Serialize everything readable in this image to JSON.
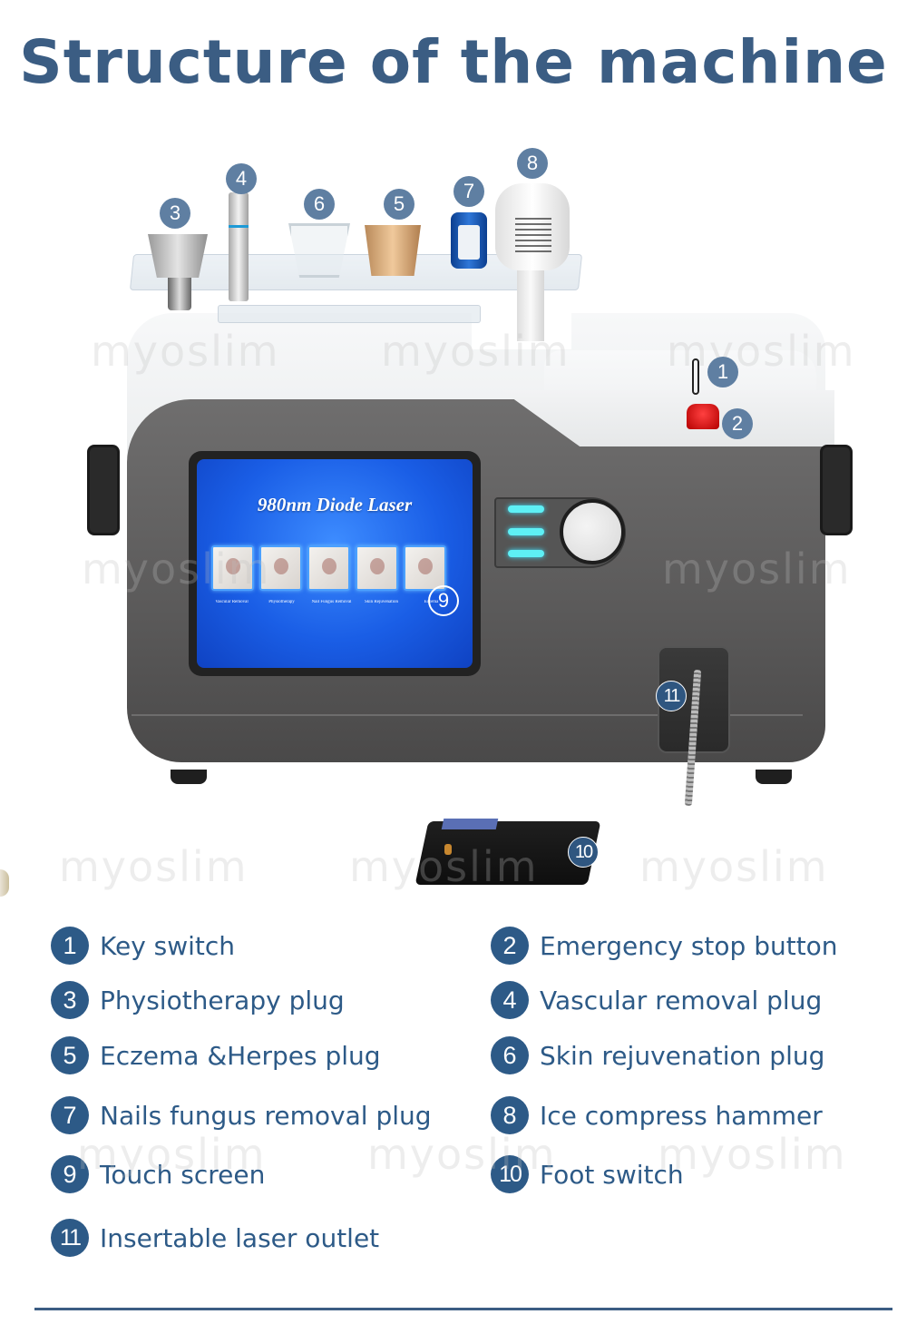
{
  "title": "Structure of the machine",
  "watermark": "myoslim",
  "colors": {
    "title": "#3b5d83",
    "legend_badge": "#2d5a87",
    "callout": "#5f7fa2",
    "screen_blue": "#1a5ee6",
    "led_cyan": "#5ef0f5",
    "estop_red": "#d01010"
  },
  "screen": {
    "title": "980nm Diode Laser",
    "thumbnails": [
      {
        "label": "Vascular Removal"
      },
      {
        "label": "Physiotherapy"
      },
      {
        "label": "Nail Fungus Removal"
      },
      {
        "label": "Skin Rejuvenation"
      },
      {
        "label": "Eczema"
      }
    ]
  },
  "callouts": [
    {
      "number": "1"
    },
    {
      "number": "2"
    },
    {
      "number": "3"
    },
    {
      "number": "4"
    },
    {
      "number": "5"
    },
    {
      "number": "6"
    },
    {
      "number": "7"
    },
    {
      "number": "8"
    },
    {
      "number": "9"
    },
    {
      "number": "10"
    },
    {
      "number": "11"
    }
  ],
  "legend": [
    {
      "number": "1",
      "label": "Key switch"
    },
    {
      "number": "2",
      "label": "Emergency stop button"
    },
    {
      "number": "3",
      "label": "Physiotherapy plug"
    },
    {
      "number": "4",
      "label": "Vascular removal plug"
    },
    {
      "number": "5",
      "label": "Eczema &Herpes plug"
    },
    {
      "number": "6",
      "label": "Skin rejuvenation plug"
    },
    {
      "number": "7",
      "label": "Nails fungus removal plug"
    },
    {
      "number": "8",
      "label": "Ice compress hammer"
    },
    {
      "number": "9",
      "label": "Touch screen"
    },
    {
      "number": "10",
      "label": "Foot switch"
    },
    {
      "number": "11",
      "label": "Insertable laser outlet"
    }
  ]
}
